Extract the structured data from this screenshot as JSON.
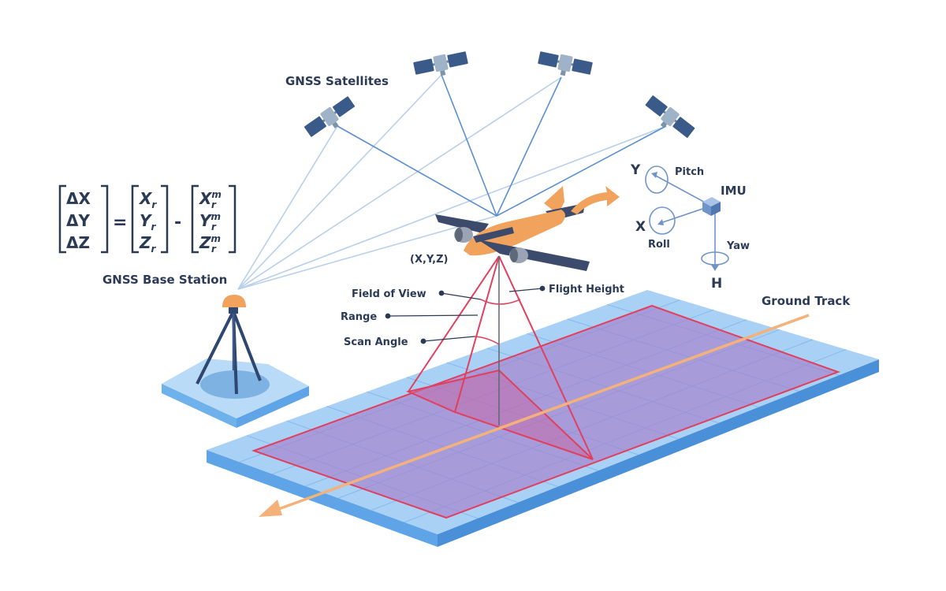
{
  "labels": {
    "gnss_satellites": "GNSS Satellites",
    "gnss_base_station": "GNSS Base Station",
    "aircraft_position": "(X,Y,Z)",
    "field_of_view": "Field of View",
    "range": "Range",
    "scan_angle": "Scan Angle",
    "flight_height": "Flight Height",
    "ground_track": "Ground Track",
    "imu": "IMU",
    "pitch": "Pitch",
    "roll": "Roll",
    "yaw": "Yaw",
    "axis_y": "Y",
    "axis_x": "X",
    "axis_h": "H"
  },
  "equation": {
    "lhs": [
      "ΔX",
      "ΔY",
      "ΔZ"
    ],
    "equals": "=",
    "minus": "-",
    "rover": [
      {
        "base": "X",
        "sub": "r"
      },
      {
        "base": "Y",
        "sub": "r"
      },
      {
        "base": "Z",
        "sub": "r"
      }
    ],
    "reference": [
      {
        "base": "X",
        "sub": "r",
        "sup": "m"
      },
      {
        "base": "Y",
        "sub": "r",
        "sup": "m"
      },
      {
        "base": "Z",
        "sub": "r",
        "sup": "m"
      }
    ]
  },
  "colors": {
    "text": "#2b3a55",
    "satellite_body": "#9fb3c8",
    "satellite_panel": "#3a5a8a",
    "signal_line_strong": "#5b8fd1",
    "signal_line_light": "#b8d0ea",
    "platform_top": "#a9d0f5",
    "platform_side": "#5ea4e6",
    "scan_area": "#9b7fd0",
    "scan_outline": "#e0405e",
    "ground_track": "#f4b27a",
    "aircraft": "#f1a25c",
    "aircraft_wing": "#3c4a6b",
    "imu_box": "#7aa3d6"
  },
  "icons": {
    "satellite": "satellite-icon",
    "aircraft": "airplane-icon",
    "base_station": "tripod-antenna-icon",
    "imu": "imu-cube-icon",
    "motion_arrow": "curved-arrow-icon"
  }
}
